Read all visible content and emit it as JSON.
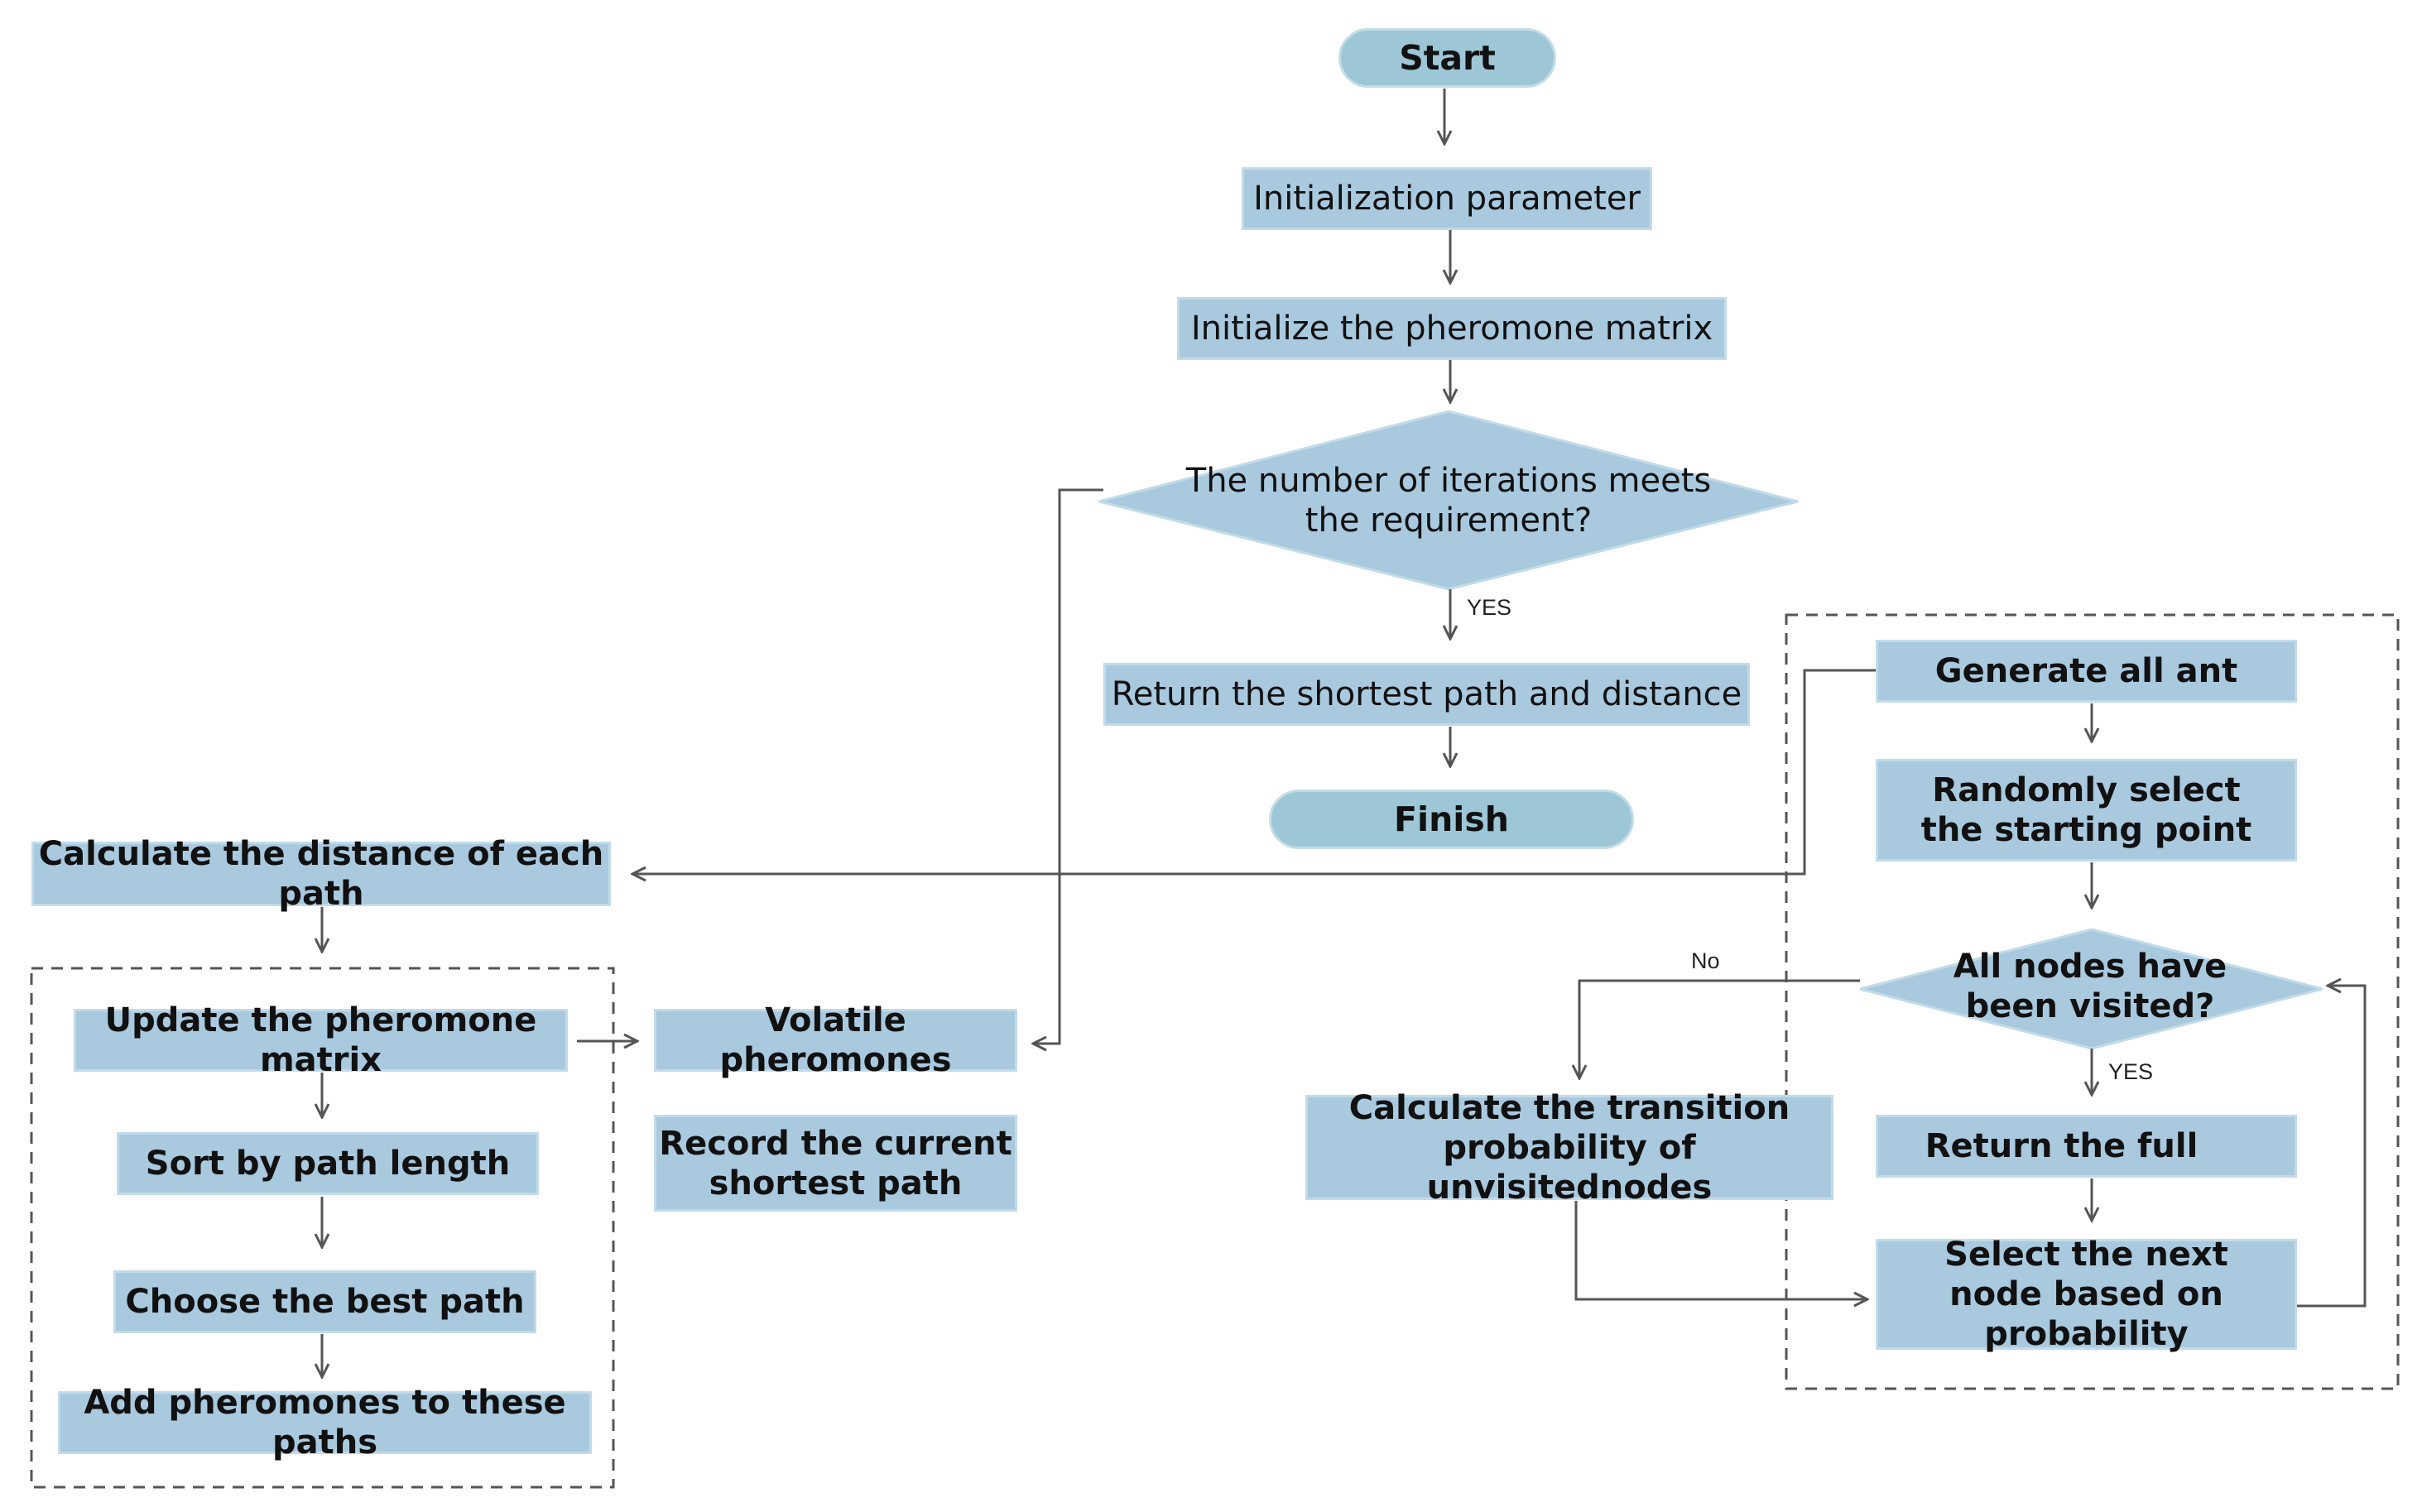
{
  "nodes": {
    "start": "Start",
    "init_param": "Initialization parameter",
    "init_pheromone": "Initialize the pheromone matrix",
    "iter_check": "The number of iterations meets the requirement?",
    "return_shortest": "Return the shortest path and distance",
    "finish": "Finish",
    "calc_distance": "Calculate the distance of each path",
    "update_matrix": "Update the pheromone matrix",
    "volatile": "Volatile pheromones",
    "sort_length": "Sort by path length",
    "record_current": "Record the current shortest path",
    "choose_best": "Choose the best path",
    "add_pheromones": "Add pheromones to these paths",
    "generate_ants": "Generate all ant",
    "random_start": "Randomly select the starting point",
    "all_visited": "All nodes have been visited?",
    "return_full": "Return the full",
    "calc_transition": "Calculate the transition probability of unvisitednodes",
    "select_next": "Select the next node based on probability"
  },
  "edge_labels": {
    "yes_iterations": "YES",
    "yes_visited": "YES",
    "no_visited": "No"
  },
  "colors": {
    "box_fill": "#a9c9df",
    "terminal_fill": "#9dc6d6",
    "connector": "#555555",
    "dashed_border": "#555555"
  }
}
